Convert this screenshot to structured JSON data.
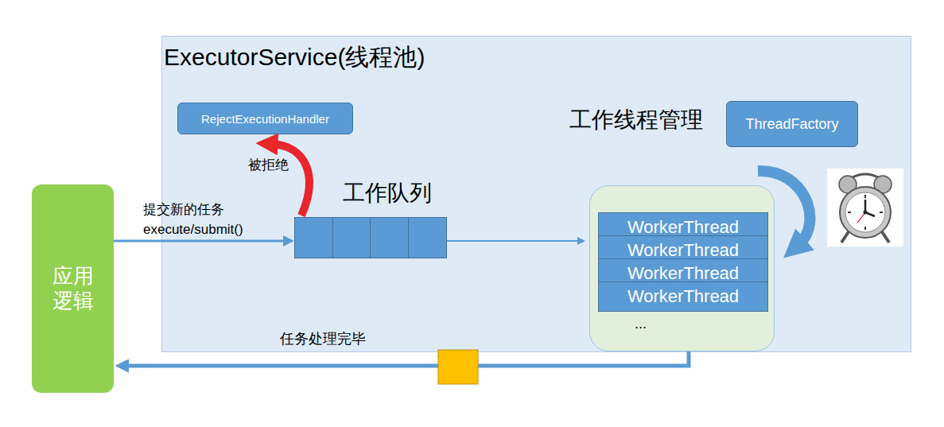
{
  "diagram": {
    "nodes": [
      {
        "text": [
          "ExecutorService(线程池)"
        ]
      },
      {
        "text": [
          "应用逻辑"
        ]
      },
      {
        "text": [
          "RejectExecutionHandler"
        ],
        "in": 0
      },
      {
        "text": [
          "ThreadFactory"
        ],
        "in": 0
      },
      {
        "text": [
          "工作队列"
        ],
        "in": 0
      },
      {
        "text": [
          "..."
        ],
        "in": 0
      },
      {
        "text": [
          "WorkerThread"
        ],
        "in": 5
      },
      {
        "text": [
          "WorkerThread"
        ],
        "in": 5
      },
      {
        "text": [
          "WorkerThread"
        ],
        "in": 5
      },
      {
        "text": [
          "WorkerThread"
        ],
        "in": 5
      }
    ],
    "edges": [
      {
        "from": 1,
        "to": 4,
        "label": "提交新的任务 execute/submit()",
        "arrow": "to"
      },
      {
        "from": 4,
        "to": 2,
        "label": "被拒绝",
        "arrow": "to"
      },
      {
        "from": 4,
        "to": 5,
        "arrow": "to"
      },
      {
        "from": 3,
        "to": 5,
        "arrow": "to"
      },
      {
        "from": 5,
        "to": 1,
        "label": "任务处理完毕",
        "arrow": "to"
      }
    ],
    "labels": [
      "工作线程管理"
    ]
  }
}
